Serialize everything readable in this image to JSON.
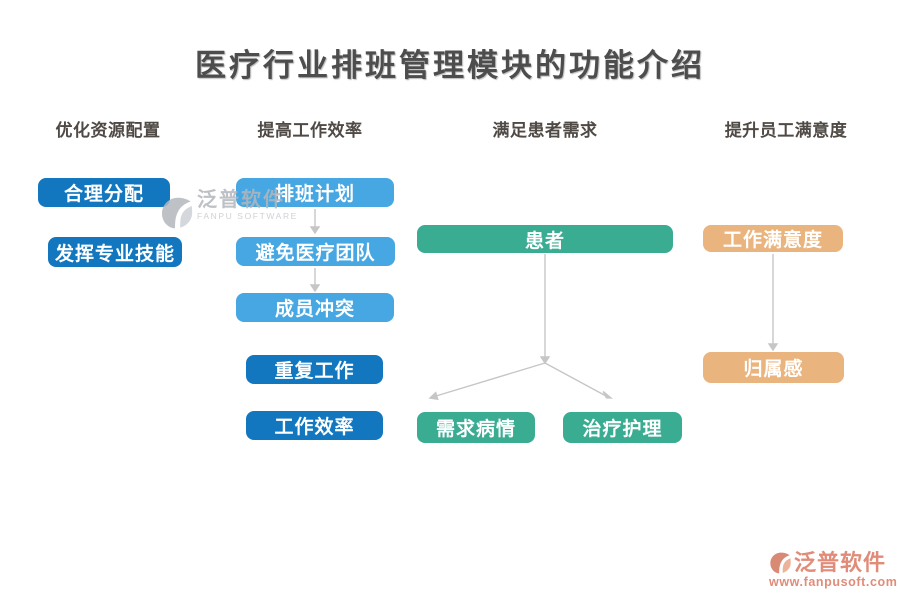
{
  "title": "医疗行业排班管理模块的功能介绍",
  "columns": [
    {
      "header": "优化资源配置",
      "boxes": [
        {
          "label": "合理分配"
        },
        {
          "label": "发挥专业技能"
        }
      ]
    },
    {
      "header": "提高工作效率",
      "boxes": [
        {
          "label": "排班计划"
        },
        {
          "label": "避免医疗团队"
        },
        {
          "label": "成员冲突"
        },
        {
          "label": "重复工作"
        },
        {
          "label": "工作效率"
        }
      ]
    },
    {
      "header": "满足患者需求",
      "boxes": [
        {
          "label": "患者"
        },
        {
          "label": "需求病情"
        },
        {
          "label": "治疗护理"
        }
      ]
    },
    {
      "header": "提升员工满意度",
      "boxes": [
        {
          "label": "工作满意度"
        },
        {
          "label": "归属感"
        }
      ]
    }
  ],
  "colors": {
    "dark_blue": "#1277bf",
    "light_blue": "#47a7e2",
    "green": "#3aac92",
    "orange": "#eab47e",
    "arrow_gray": "#c6c6c6",
    "title_gray": "#4d4d4d",
    "logo_salmon": "#e08c79"
  },
  "watermark": {
    "brand": "泛普软件",
    "subtitle": "FANPU SOFTWARE"
  },
  "footer_logo": {
    "brand": "泛普软件",
    "website": "www.fanpusoft.com"
  }
}
